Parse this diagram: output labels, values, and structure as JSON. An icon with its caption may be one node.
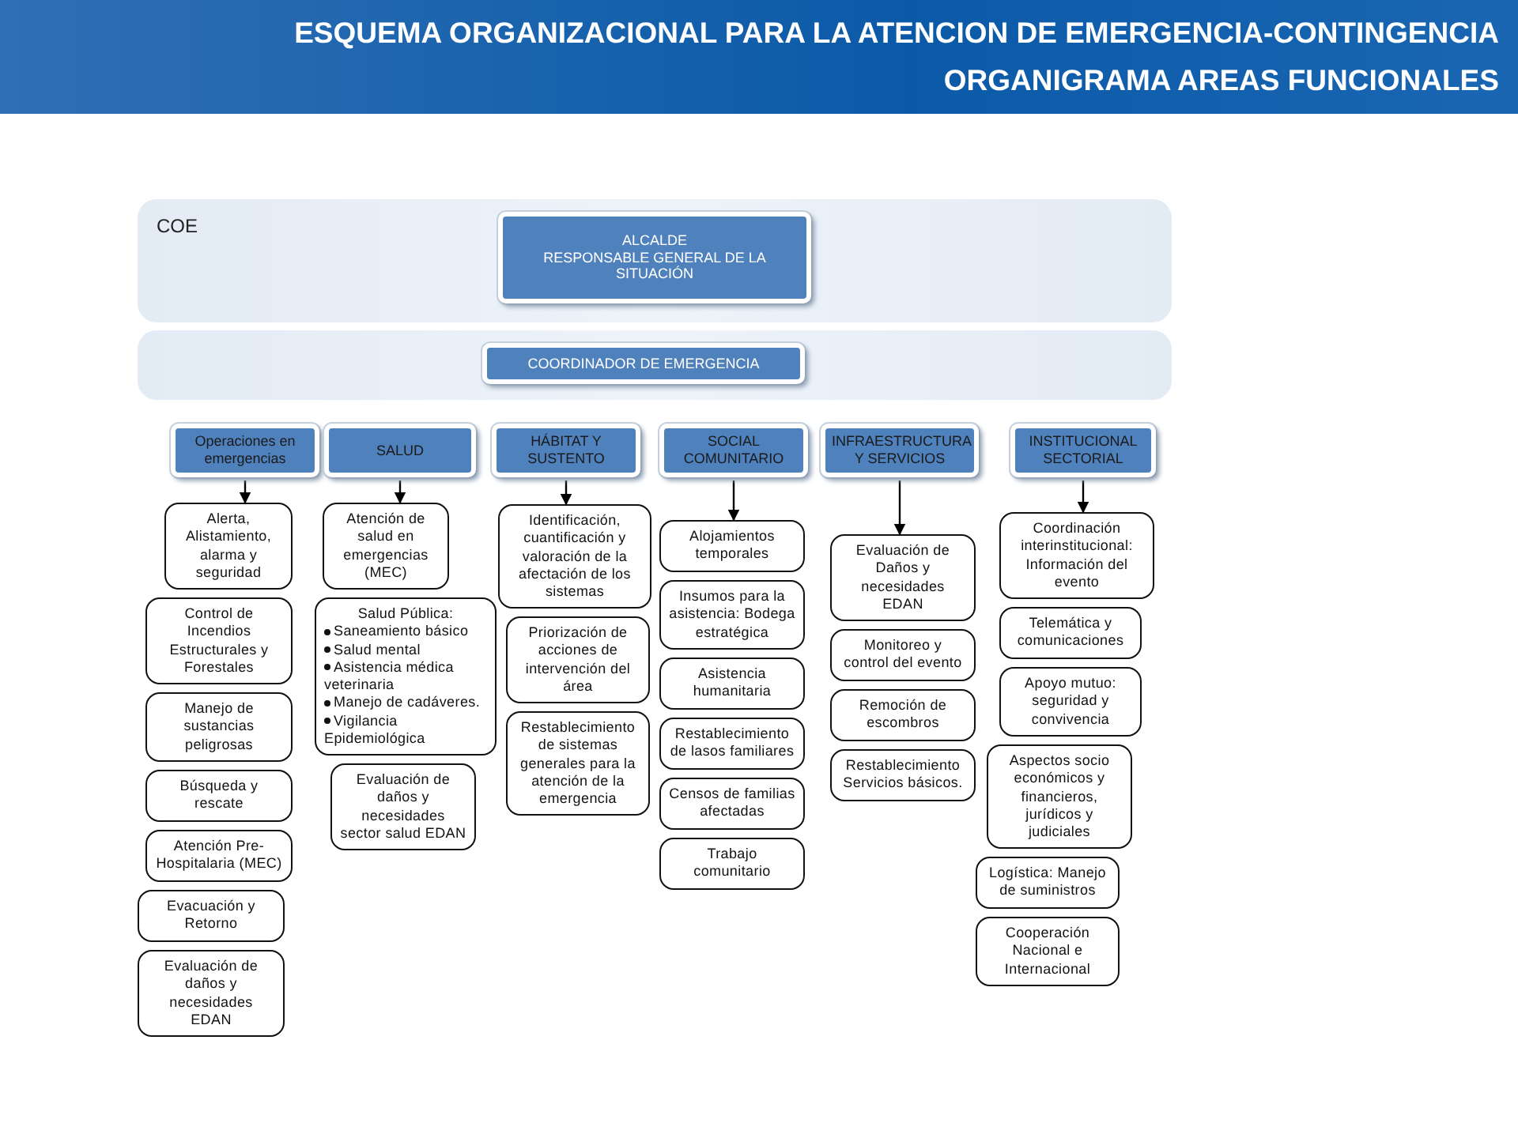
{
  "diagram": {
    "title": "ESQUEMA ORGANIZACIONAL PARA LA ATENCION DE EMERGENCIA-CONTINGENCIA ORGANIGRAMA AREAS FUNCIONALES",
    "nodes": [
      {
        "text": [
          "COE"
        ]
      },
      {
        "text": [
          "ALCALDE",
          "RESPONSABLE GENERAL DE LA SITUACIÓN"
        ],
        "in": 0
      },
      {
        "text": [],
        "shape": "box"
      },
      {
        "text": [
          "COORDINADOR DE EMERGENCIA"
        ],
        "in": 2
      },
      {
        "text": [
          "Operaciones en emergencias"
        ]
      },
      {
        "text": [
          "SALUD"
        ]
      },
      {
        "text": [
          "HÁBITAT Y SUSTENTO"
        ]
      },
      {
        "text": [
          "SOCIAL COMUNITARIO"
        ]
      },
      {
        "text": [
          "INFRAESTRUCTURA Y SERVICIOS"
        ]
      },
      {
        "text": [
          "INSTITUCIONAL SECTORIAL"
        ]
      },
      {
        "text": [
          "Alerta, Alistamiento, alarma y seguridad"
        ]
      },
      {
        "text": [
          "Control de Incendios Estructurales y Forestales"
        ]
      },
      {
        "text": [
          "Manejo de sustancias peligrosas"
        ]
      },
      {
        "text": [
          "Búsqueda y rescate"
        ]
      },
      {
        "text": [
          "Atención Pre-Hospitalaria (MEC)"
        ]
      },
      {
        "text": [
          "Evacuación y Retorno"
        ]
      },
      {
        "text": [
          "Evaluación de daños y necesidades EDAN"
        ]
      },
      {
        "text": [
          "Atención de salud en emergencias (MEC)"
        ]
      },
      {
        "text": [
          "Salud Pública:",
          "Saneamiento básico",
          "Salud mental",
          "Asistencia médica veterinaria",
          "Manejo de cadáveres.",
          "Vigilancia Epidemiológica"
        ]
      },
      {
        "text": [
          "Evaluación de daños y necesidades sector salud EDAN"
        ]
      },
      {
        "text": [
          "Identificación, cuantificación y valoración de la afectación de los sistemas"
        ]
      },
      {
        "text": [
          "Priorización de acciones de intervención del área"
        ]
      },
      {
        "text": [
          "Restablecimiento de sistemas generales para la atención de la emergencia"
        ]
      },
      {
        "text": [
          "Alojamientos temporales"
        ]
      },
      {
        "text": [
          "Insumos para la asistencia: Bodega estratégica"
        ]
      },
      {
        "text": [
          "Asistencia humanitaria"
        ]
      },
      {
        "text": [
          "Restablecimiento de lasos familiares"
        ]
      },
      {
        "text": [
          "Censos de familias afectadas"
        ]
      },
      {
        "text": [
          "Trabajo comunitario"
        ]
      },
      {
        "text": [
          "Evaluación de Daños y necesidades EDAN"
        ]
      },
      {
        "text": [
          "Monitoreo y control del evento"
        ]
      },
      {
        "text": [
          "Remoción de escombros"
        ]
      },
      {
        "text": [
          "Restablecimiento Servicios básicos."
        ]
      },
      {
        "text": [
          "Coordinación interinstitucional: Información del evento"
        ]
      },
      {
        "text": [
          "Telemática y comunicaciones"
        ]
      },
      {
        "text": [
          "Apoyo mutuo: seguridad y convivencia"
        ]
      },
      {
        "text": [
          "Aspectos socio económicos y financieros, jurídicos y judiciales"
        ]
      },
      {
        "text": [
          "Logística: Manejo de suministros"
        ]
      },
      {
        "text": [
          "Cooperación Nacional e Internacional"
        ]
      }
    ],
    "edges": [
      {
        "from": 4,
        "to": 10,
        "arrow": "to"
      },
      {
        "from": 5,
        "to": 17,
        "arrow": "to"
      },
      {
        "from": 6,
        "to": 20,
        "arrow": "to"
      },
      {
        "from": 7,
        "to": 23,
        "arrow": "to"
      },
      {
        "from": 8,
        "to": 29,
        "arrow": "to"
      },
      {
        "from": 9,
        "to": 33,
        "arrow": "to"
      }
    ]
  }
}
